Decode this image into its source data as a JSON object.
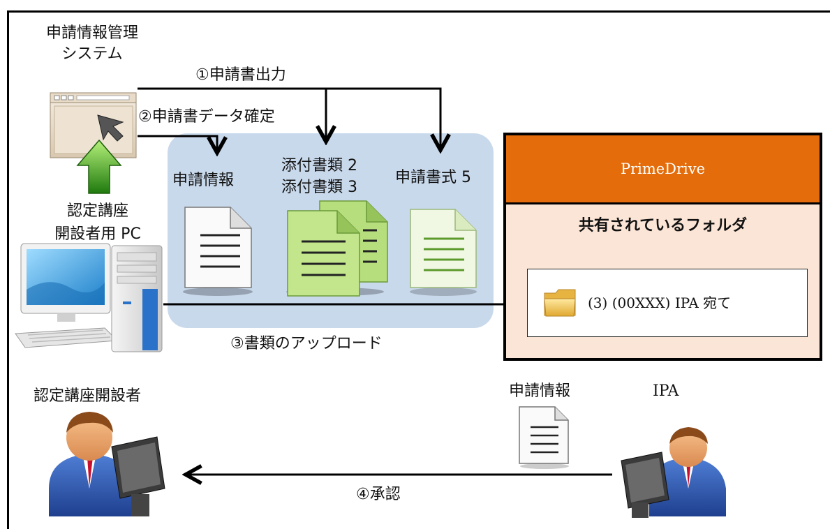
{
  "system": {
    "title_line1": "申請情報管理",
    "title_line2": "システム"
  },
  "steps": {
    "output": "①申請書出力",
    "confirm": "②申請書データ確定",
    "upload": "③書類のアップロード",
    "approve": "④承認"
  },
  "pc": {
    "label_line1": "認定講座",
    "label_line2": "開設者用 PC"
  },
  "documents": {
    "info": "申請情報",
    "attach_line1": "添付書類 2",
    "attach_line2": "添付書類 3",
    "form": "申請書式 5"
  },
  "primedrive": {
    "title": "PrimeDrive",
    "shared_label": "共有されているフォルダ",
    "folder_label": "(3) (00XXX) IPA 宛て"
  },
  "roles": {
    "opener": "認定講座開設者",
    "ipa": "IPA",
    "ipa_doc": "申請情報"
  },
  "colors": {
    "orange": "#e46c0a",
    "peach": "#fbe5d6",
    "blue_panel": "#c9d9ec",
    "green_doc": "#b7de7c"
  }
}
